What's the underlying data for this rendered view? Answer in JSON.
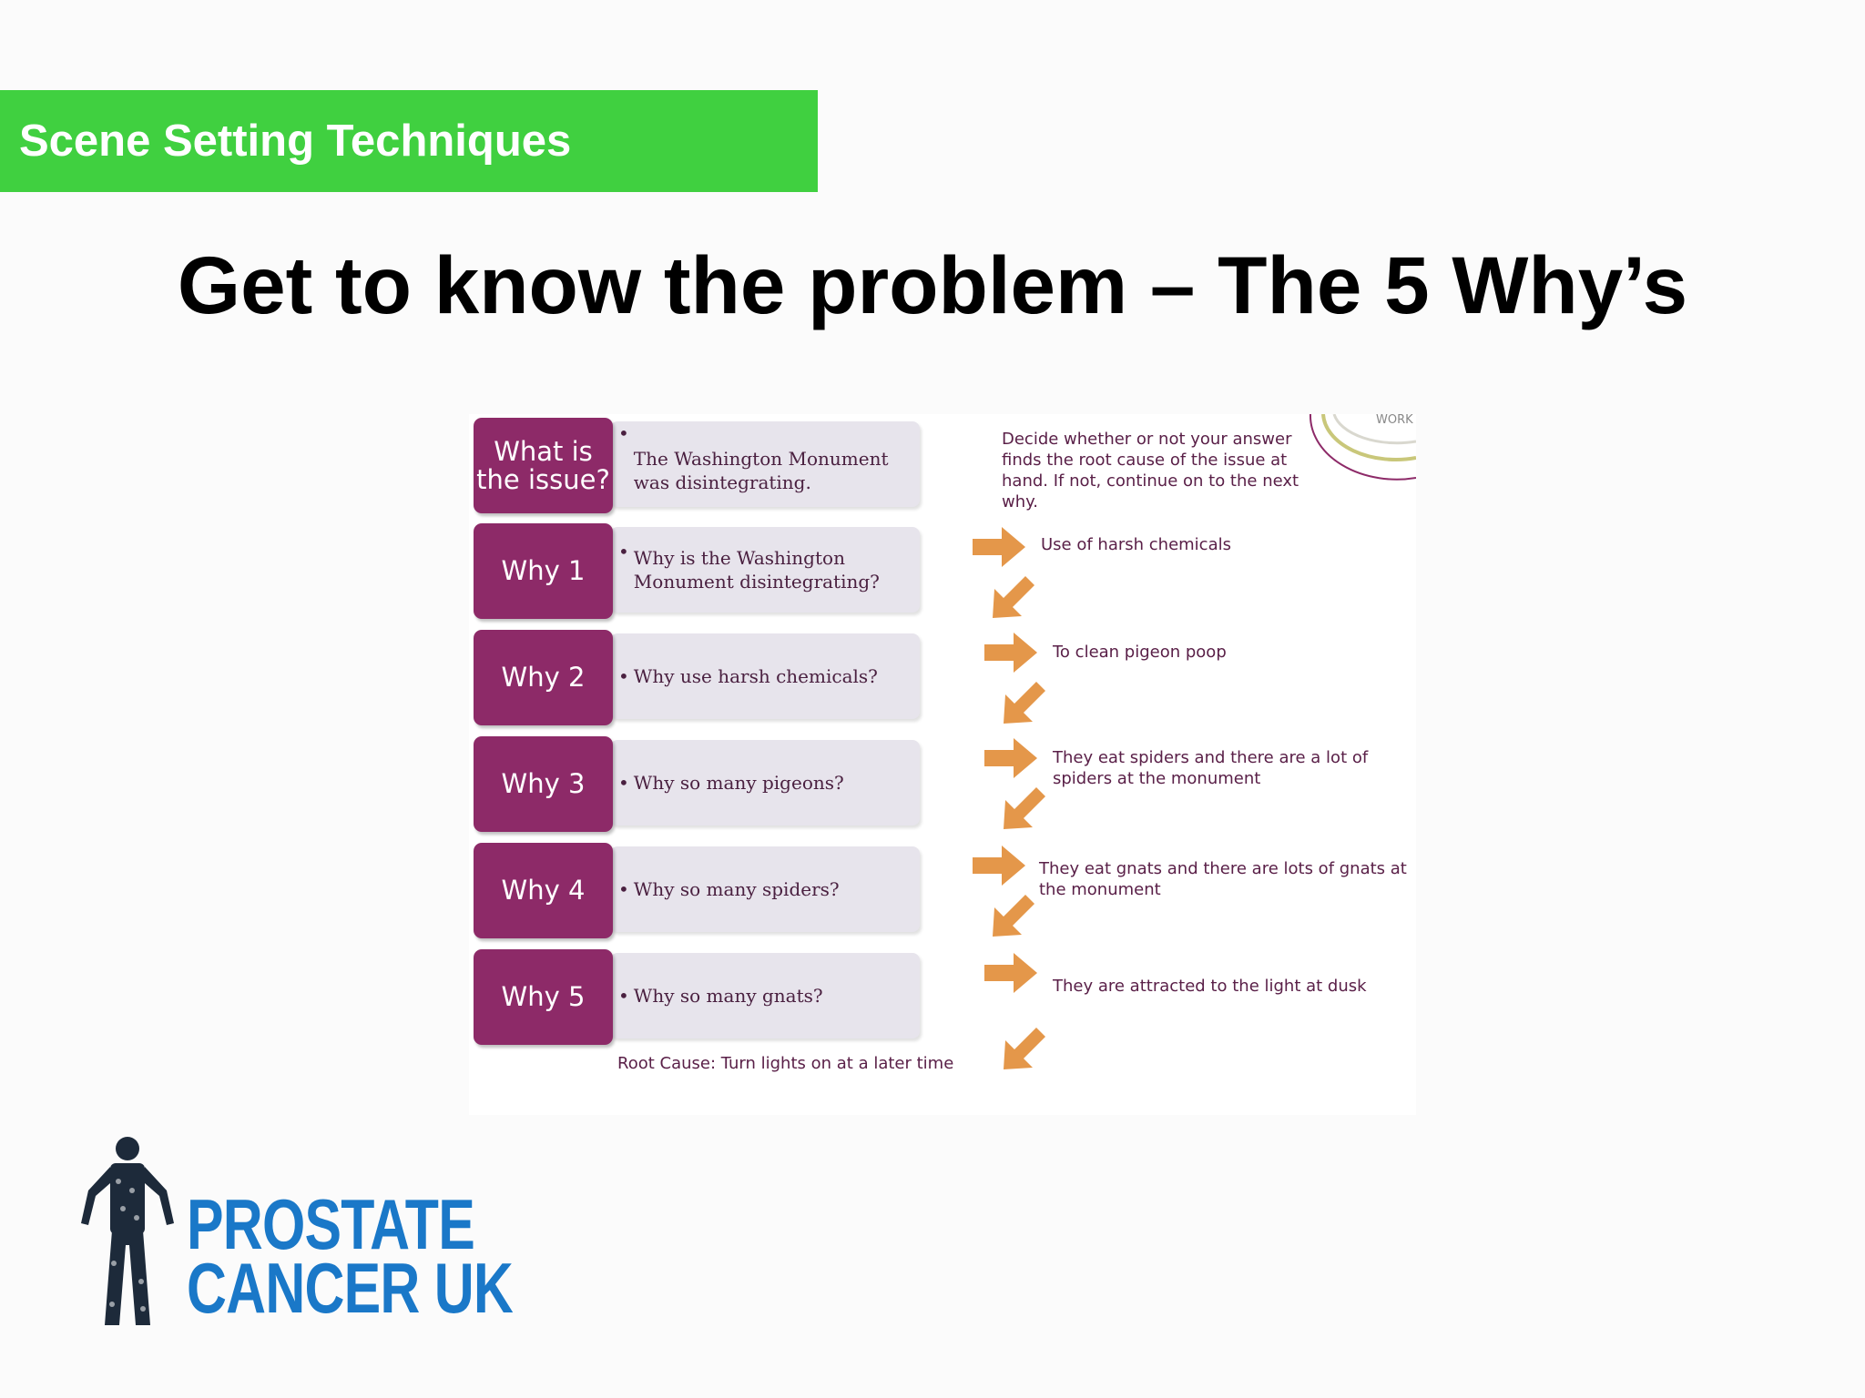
{
  "banner": {
    "title": "Scene Setting Techniques"
  },
  "slide": {
    "heading": "Get to know the problem – The 5 Why’s"
  },
  "diagram": {
    "steps": [
      {
        "label": "What is the issue?",
        "text": "The Washington Monument was disintegrating."
      },
      {
        "label": "Why 1",
        "text": "Why is the Washington Monument disintegrating?"
      },
      {
        "label": "Why 2",
        "text": "Why use harsh chemicals?"
      },
      {
        "label": "Why 3",
        "text": "Why so many pigeons?"
      },
      {
        "label": "Why 4",
        "text": "Why so many spiders?"
      },
      {
        "label": "Why 5",
        "text": "Why so many gnats?"
      }
    ],
    "instruction": "Decide whether or not your answer finds the root cause of the issue at hand. If not, continue on to the next why.",
    "answers": [
      "Use of harsh chemicals",
      "To clean pigeon poop",
      "They eat spiders and there are a lot of spiders at the monument",
      "They eat gnats and there are lots of gnats at the monument",
      "They are attracted to the light at dusk"
    ],
    "root_cause": "Root Cause: Turn lights on at a later time",
    "wheel_fragment": "WORK",
    "colors": {
      "label": "#8d2a68",
      "box": "#e7e4ec",
      "arrow": "#e4974a"
    }
  },
  "logo": {
    "line1": "PROSTATE",
    "line2": "CANCER UK",
    "icon": "human-figure-icon",
    "color": "#1a78c8"
  }
}
